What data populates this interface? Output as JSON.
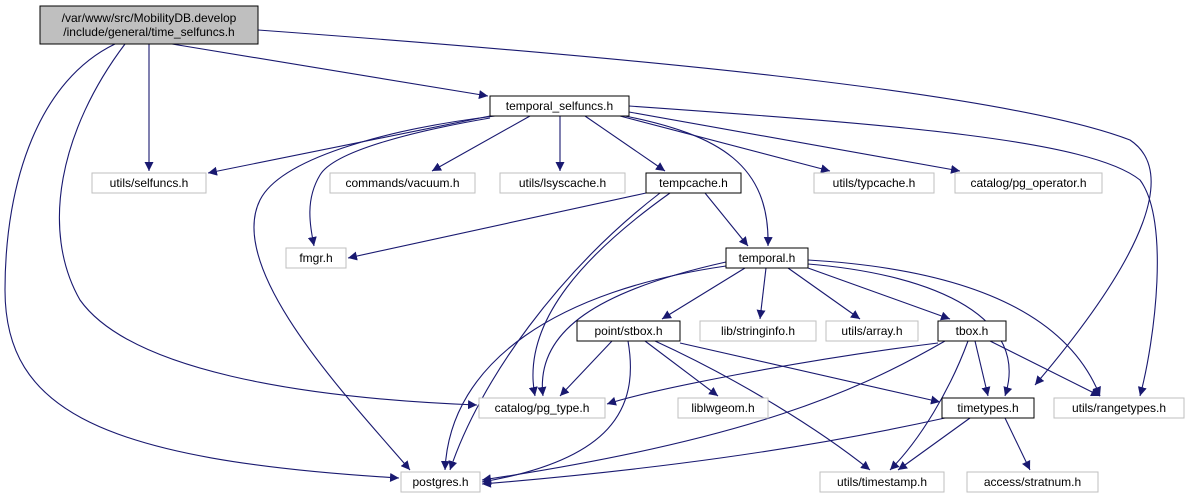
{
  "diagram": {
    "colors": {
      "edge": "#191970",
      "root_fill": "#bfbfbf",
      "root_stroke": "#000000",
      "local_stroke": "#000000",
      "external_stroke": "#bfbfbf",
      "external_text": "#404040"
    },
    "nodes": [
      {
        "id": "root",
        "lines": [
          "/var/www/src/MobilityDB.develop",
          "/include/general/time_selfuncs.h"
        ],
        "kind": "root"
      },
      {
        "id": "temporal_selfuncs",
        "lines": [
          "temporal_selfuncs.h"
        ],
        "kind": "local"
      },
      {
        "id": "utils_selfuncs",
        "lines": [
          "utils/selfuncs.h"
        ],
        "kind": "external"
      },
      {
        "id": "commands_vacuum",
        "lines": [
          "commands/vacuum.h"
        ],
        "kind": "external"
      },
      {
        "id": "utils_lsyscache",
        "lines": [
          "utils/lsyscache.h"
        ],
        "kind": "external"
      },
      {
        "id": "tempcache",
        "lines": [
          "tempcache.h"
        ],
        "kind": "local"
      },
      {
        "id": "utils_typcache",
        "lines": [
          "utils/typcache.h"
        ],
        "kind": "external"
      },
      {
        "id": "catalog_pg_operator",
        "lines": [
          "catalog/pg_operator.h"
        ],
        "kind": "external"
      },
      {
        "id": "fmgr",
        "lines": [
          "fmgr.h"
        ],
        "kind": "external"
      },
      {
        "id": "temporal",
        "lines": [
          "temporal.h"
        ],
        "kind": "local"
      },
      {
        "id": "point_stbox",
        "lines": [
          "point/stbox.h"
        ],
        "kind": "local"
      },
      {
        "id": "lib_stringinfo",
        "lines": [
          "lib/stringinfo.h"
        ],
        "kind": "external"
      },
      {
        "id": "utils_array",
        "lines": [
          "utils/array.h"
        ],
        "kind": "external"
      },
      {
        "id": "tbox",
        "lines": [
          "tbox.h"
        ],
        "kind": "local"
      },
      {
        "id": "catalog_pg_type",
        "lines": [
          "catalog/pg_type.h"
        ],
        "kind": "external"
      },
      {
        "id": "liblwgeom",
        "lines": [
          "liblwgeom.h"
        ],
        "kind": "external"
      },
      {
        "id": "timetypes",
        "lines": [
          "timetypes.h"
        ],
        "kind": "local"
      },
      {
        "id": "utils_rangetypes",
        "lines": [
          "utils/rangetypes.h"
        ],
        "kind": "external"
      },
      {
        "id": "postgres",
        "lines": [
          "postgres.h"
        ],
        "kind": "external"
      },
      {
        "id": "utils_timestamp",
        "lines": [
          "utils/timestamp.h"
        ],
        "kind": "external"
      },
      {
        "id": "access_stratnum",
        "lines": [
          "access/stratnum.h"
        ],
        "kind": "external"
      }
    ],
    "edges": [
      {
        "from": "root",
        "to": "temporal_selfuncs"
      },
      {
        "from": "root",
        "to": "utils_selfuncs"
      },
      {
        "from": "root",
        "to": "postgres"
      },
      {
        "from": "root",
        "to": "catalog_pg_type"
      },
      {
        "from": "root",
        "to": "timetypes"
      },
      {
        "from": "temporal_selfuncs",
        "to": "utils_selfuncs"
      },
      {
        "from": "temporal_selfuncs",
        "to": "commands_vacuum"
      },
      {
        "from": "temporal_selfuncs",
        "to": "utils_lsyscache"
      },
      {
        "from": "temporal_selfuncs",
        "to": "tempcache"
      },
      {
        "from": "temporal_selfuncs",
        "to": "utils_typcache"
      },
      {
        "from": "temporal_selfuncs",
        "to": "catalog_pg_operator"
      },
      {
        "from": "temporal_selfuncs",
        "to": "fmgr"
      },
      {
        "from": "temporal_selfuncs",
        "to": "temporal"
      },
      {
        "from": "temporal_selfuncs",
        "to": "postgres"
      },
      {
        "from": "temporal_selfuncs",
        "to": "utils_rangetypes"
      },
      {
        "from": "tempcache",
        "to": "fmgr"
      },
      {
        "from": "tempcache",
        "to": "temporal"
      },
      {
        "from": "tempcache",
        "to": "catalog_pg_type"
      },
      {
        "from": "tempcache",
        "to": "postgres"
      },
      {
        "from": "temporal",
        "to": "point_stbox"
      },
      {
        "from": "temporal",
        "to": "lib_stringinfo"
      },
      {
        "from": "temporal",
        "to": "utils_array"
      },
      {
        "from": "temporal",
        "to": "tbox"
      },
      {
        "from": "temporal",
        "to": "catalog_pg_type"
      },
      {
        "from": "temporal",
        "to": "postgres"
      },
      {
        "from": "temporal",
        "to": "timetypes"
      },
      {
        "from": "temporal",
        "to": "utils_rangetypes"
      },
      {
        "from": "point_stbox",
        "to": "catalog_pg_type"
      },
      {
        "from": "point_stbox",
        "to": "liblwgeom"
      },
      {
        "from": "point_stbox",
        "to": "timetypes"
      },
      {
        "from": "point_stbox",
        "to": "postgres"
      },
      {
        "from": "point_stbox",
        "to": "utils_timestamp"
      },
      {
        "from": "tbox",
        "to": "catalog_pg_type"
      },
      {
        "from": "tbox",
        "to": "timetypes"
      },
      {
        "from": "tbox",
        "to": "utils_rangetypes"
      },
      {
        "from": "tbox",
        "to": "postgres"
      },
      {
        "from": "tbox",
        "to": "utils_timestamp"
      },
      {
        "from": "timetypes",
        "to": "postgres"
      },
      {
        "from": "timetypes",
        "to": "utils_timestamp"
      },
      {
        "from": "timetypes",
        "to": "access_stratnum"
      }
    ]
  }
}
